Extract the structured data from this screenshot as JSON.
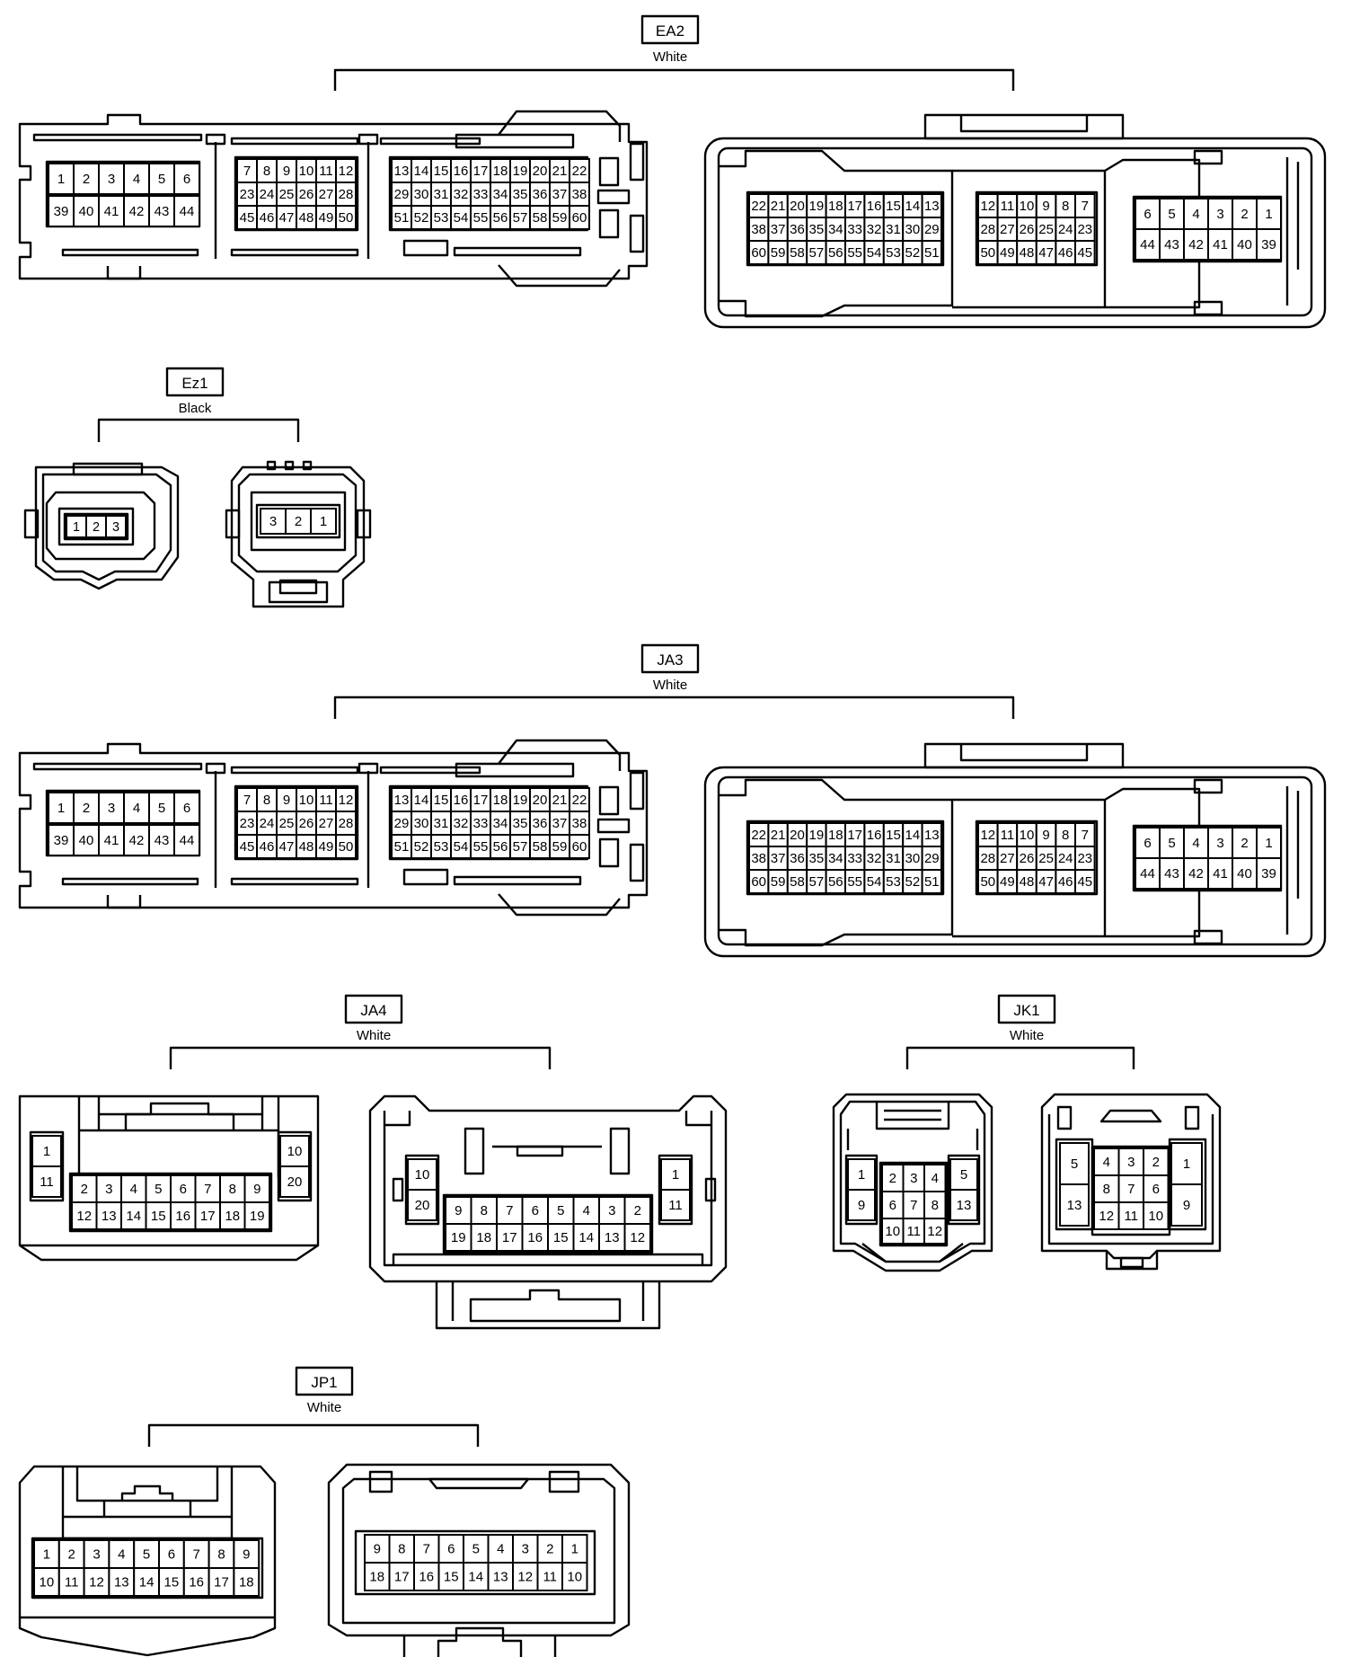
{
  "connectors": [
    {
      "id": "EA2",
      "color": "White",
      "left_rows": [
        [
          "1",
          "2",
          "3",
          "4",
          "5",
          "6"
        ],
        [
          "39",
          "40",
          "41",
          "42",
          "43",
          "44"
        ],
        [
          "7",
          "8",
          "9",
          "10",
          "11",
          "12"
        ],
        [
          "23",
          "24",
          "25",
          "26",
          "27",
          "28"
        ],
        [
          "45",
          "46",
          "47",
          "48",
          "49",
          "50"
        ],
        [
          "13",
          "14",
          "15",
          "16",
          "17",
          "18",
          "19",
          "20",
          "21",
          "22"
        ],
        [
          "29",
          "30",
          "31",
          "32",
          "33",
          "34",
          "35",
          "36",
          "37",
          "38"
        ],
        [
          "51",
          "52",
          "53",
          "54",
          "55",
          "56",
          "57",
          "58",
          "59",
          "60"
        ]
      ],
      "right_rows": [
        [
          "22",
          "21",
          "20",
          "19",
          "18",
          "17",
          "16",
          "15",
          "14",
          "13"
        ],
        [
          "38",
          "37",
          "36",
          "35",
          "34",
          "33",
          "32",
          "31",
          "30",
          "29"
        ],
        [
          "60",
          "59",
          "58",
          "57",
          "56",
          "55",
          "54",
          "53",
          "52",
          "51"
        ],
        [
          "12",
          "11",
          "10",
          "9",
          "8",
          "7"
        ],
        [
          "28",
          "27",
          "26",
          "25",
          "24",
          "23"
        ],
        [
          "50",
          "49",
          "48",
          "47",
          "46",
          "45"
        ],
        [
          "6",
          "5",
          "4",
          "3",
          "2",
          "1"
        ],
        [
          "44",
          "43",
          "42",
          "41",
          "40",
          "39"
        ]
      ]
    },
    {
      "id": "Ez1",
      "color": "Black",
      "left_rows": [
        [
          "1",
          "2",
          "3"
        ]
      ],
      "right_rows": [
        [
          "3",
          "2",
          "1"
        ]
      ]
    },
    {
      "id": "JA3",
      "color": "White",
      "left_rows": [
        [
          "1",
          "2",
          "3",
          "4",
          "5",
          "6"
        ],
        [
          "39",
          "40",
          "41",
          "42",
          "43",
          "44"
        ],
        [
          "7",
          "8",
          "9",
          "10",
          "11",
          "12"
        ],
        [
          "23",
          "24",
          "25",
          "26",
          "27",
          "28"
        ],
        [
          "45",
          "46",
          "47",
          "48",
          "49",
          "50"
        ],
        [
          "13",
          "14",
          "15",
          "16",
          "17",
          "18",
          "19",
          "20",
          "21",
          "22"
        ],
        [
          "29",
          "30",
          "31",
          "32",
          "33",
          "34",
          "35",
          "36",
          "37",
          "38"
        ],
        [
          "51",
          "52",
          "53",
          "54",
          "55",
          "56",
          "57",
          "58",
          "59",
          "60"
        ]
      ],
      "right_rows": [
        [
          "22",
          "21",
          "20",
          "19",
          "18",
          "17",
          "16",
          "15",
          "14",
          "13"
        ],
        [
          "38",
          "37",
          "36",
          "35",
          "34",
          "33",
          "32",
          "31",
          "30",
          "29"
        ],
        [
          "60",
          "59",
          "58",
          "57",
          "56",
          "55",
          "54",
          "53",
          "52",
          "51"
        ],
        [
          "12",
          "11",
          "10",
          "9",
          "8",
          "7"
        ],
        [
          "28",
          "27",
          "26",
          "25",
          "24",
          "23"
        ],
        [
          "50",
          "49",
          "48",
          "47",
          "46",
          "45"
        ],
        [
          "6",
          "5",
          "4",
          "3",
          "2",
          "1"
        ],
        [
          "44",
          "43",
          "42",
          "41",
          "40",
          "39"
        ]
      ]
    },
    {
      "id": "JA4",
      "color": "White",
      "left_rows": [
        [
          "1",
          "11"
        ],
        [
          "2",
          "3",
          "4",
          "5",
          "6",
          "7",
          "8",
          "9"
        ],
        [
          "12",
          "13",
          "14",
          "15",
          "16",
          "17",
          "18",
          "19"
        ],
        [
          "10",
          "20"
        ]
      ],
      "right_rows": [
        [
          "10",
          "20"
        ],
        [
          "9",
          "8",
          "7",
          "6",
          "5",
          "4",
          "3",
          "2"
        ],
        [
          "19",
          "18",
          "17",
          "16",
          "15",
          "14",
          "13",
          "12"
        ],
        [
          "1",
          "11"
        ]
      ]
    },
    {
      "id": "JK1",
      "color": "White",
      "left_rows": [
        [
          "1",
          "9"
        ],
        [
          "2",
          "3",
          "4"
        ],
        [
          "6",
          "7",
          "8"
        ],
        [
          "10",
          "11",
          "12"
        ],
        [
          "5",
          "13"
        ]
      ],
      "right_rows": [
        [
          "5",
          "13"
        ],
        [
          "4",
          "3",
          "2"
        ],
        [
          "8",
          "7",
          "6"
        ],
        [
          "12",
          "11",
          "10"
        ],
        [
          "1",
          "9"
        ]
      ]
    },
    {
      "id": "JP1",
      "color": "White",
      "left_rows": [
        [
          "1",
          "2",
          "3",
          "4",
          "5",
          "6",
          "7",
          "8",
          "9"
        ],
        [
          "10",
          "11",
          "12",
          "13",
          "14",
          "15",
          "16",
          "17",
          "18"
        ]
      ],
      "right_rows": [
        [
          "9",
          "8",
          "7",
          "6",
          "5",
          "4",
          "3",
          "2",
          "1"
        ],
        [
          "18",
          "17",
          "16",
          "15",
          "14",
          "13",
          "12",
          "11",
          "10"
        ]
      ]
    }
  ]
}
